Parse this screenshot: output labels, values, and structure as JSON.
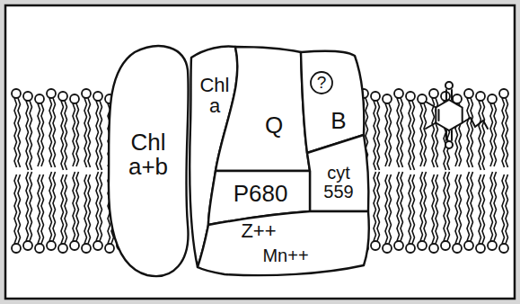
{
  "diagram": {
    "nodes": [
      {
        "text": [
          "Chl a+b"
        ]
      },
      {
        "text": [
          "Chl a"
        ]
      },
      {
        "text": [
          "Q"
        ]
      },
      {
        "text": [
          "?",
          "B"
        ]
      },
      {
        "text": [
          "cyt 559"
        ]
      },
      {
        "text": [
          "P680"
        ]
      },
      {
        "text": [
          "Z++",
          "Mn++"
        ]
      }
    ]
  }
}
